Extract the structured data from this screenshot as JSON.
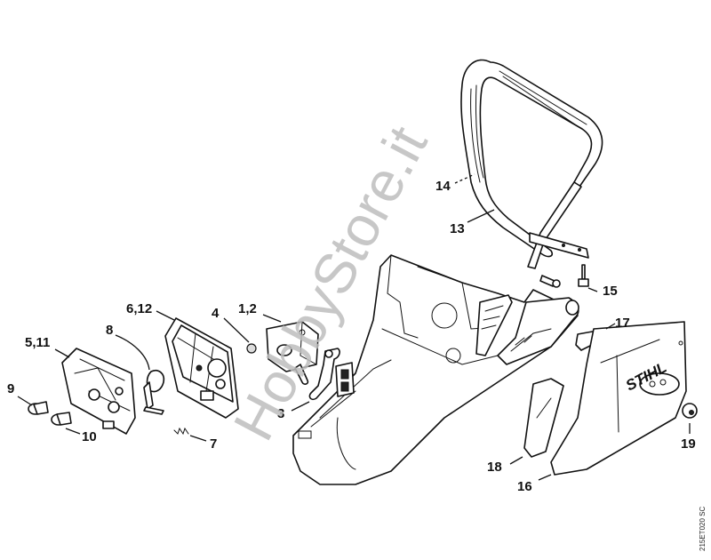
{
  "diagram": {
    "type": "exploded-parts-diagram",
    "subject": "Chainsaw housing, handle bar, air filter, carburetor and sprocket cover",
    "brand_mark": "STIHL",
    "watermark": "HobbyStore.it",
    "drawing_code": "215ET020 SC",
    "callouts": [
      {
        "id": "c-1-2",
        "label": "1,2",
        "part": "carburetor"
      },
      {
        "id": "c-3",
        "label": "3",
        "part": "throttle-trigger"
      },
      {
        "id": "c-4",
        "label": "4",
        "part": "nut"
      },
      {
        "id": "c-5-11",
        "label": "5,11",
        "part": "air-filter-cover"
      },
      {
        "id": "c-6-12",
        "label": "6,12",
        "part": "air-filter-base"
      },
      {
        "id": "c-7",
        "label": "7",
        "part": "spring"
      },
      {
        "id": "c-8",
        "label": "8",
        "part": "choke-lever"
      },
      {
        "id": "c-9",
        "label": "9",
        "part": "plug"
      },
      {
        "id": "c-10",
        "label": "10",
        "part": "plug"
      },
      {
        "id": "c-13",
        "label": "13",
        "part": "handle-bar"
      },
      {
        "id": "c-14",
        "label": "14",
        "part": "handle-bar-grip"
      },
      {
        "id": "c-15",
        "label": "15",
        "part": "screw"
      },
      {
        "id": "c-16",
        "label": "16",
        "part": "sprocket-cover"
      },
      {
        "id": "c-17",
        "label": "17",
        "part": "insert"
      },
      {
        "id": "c-18",
        "label": "18",
        "part": "chain-guide-plate"
      },
      {
        "id": "c-19",
        "label": "19",
        "part": "collar-nut"
      }
    ]
  }
}
